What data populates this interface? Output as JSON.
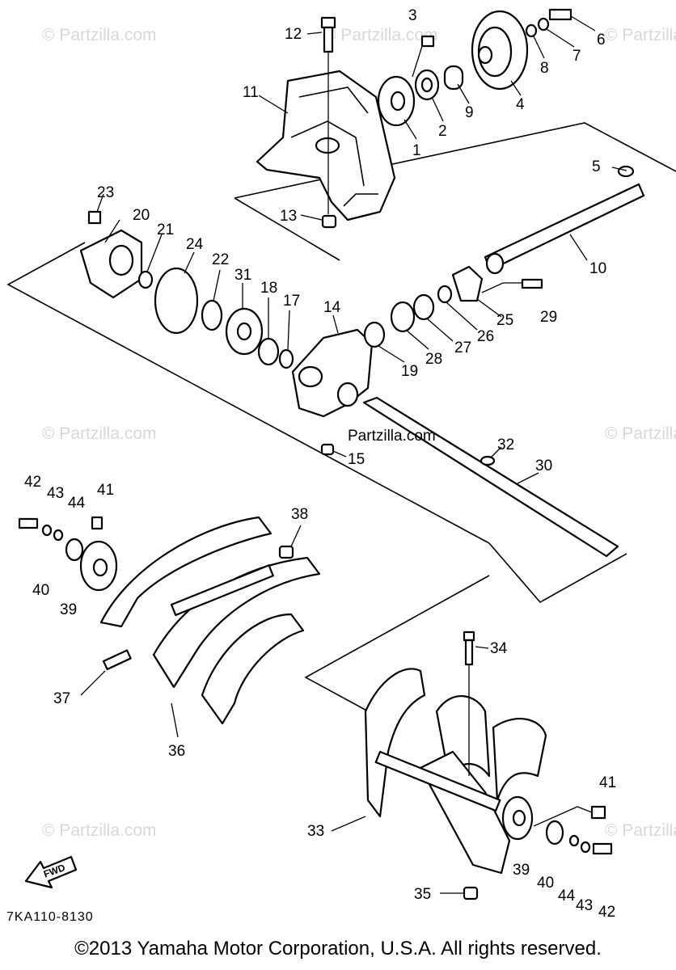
{
  "watermark": "© Partzilla.com",
  "partzilla_url": "Partzilla.com",
  "drawing_code": "7KA110-8130",
  "copyright": "©2013 Yamaha Motor Corporation, U.S.A. All rights reserved.",
  "fwd_label": "FWD",
  "callouts": {
    "c1": "1",
    "c2": "2",
    "c3": "3",
    "c4": "4",
    "c5": "5",
    "c6": "6",
    "c7": "7",
    "c8": "8",
    "c9": "9",
    "c10": "10",
    "c11": "11",
    "c12": "12",
    "c13": "13",
    "c14": "14",
    "c15": "15",
    "c17": "17",
    "c18": "18",
    "c19": "19",
    "c20": "20",
    "c21": "21",
    "c22": "22",
    "c23": "23",
    "c24": "24",
    "c25": "25",
    "c26": "26",
    "c27": "27",
    "c28": "28",
    "c29": "29",
    "c30": "30",
    "c31": "31",
    "c32": "32",
    "c33": "33",
    "c34": "34",
    "c35": "35",
    "c36": "36",
    "c37": "37",
    "c38": "38",
    "c39a": "39",
    "c40a": "40",
    "c41a": "41",
    "c42a": "42",
    "c43a": "43",
    "c44a": "44",
    "c39b": "39",
    "c40b": "40",
    "c41b": "41",
    "c42b": "42",
    "c43b": "43",
    "c44b": "44"
  }
}
